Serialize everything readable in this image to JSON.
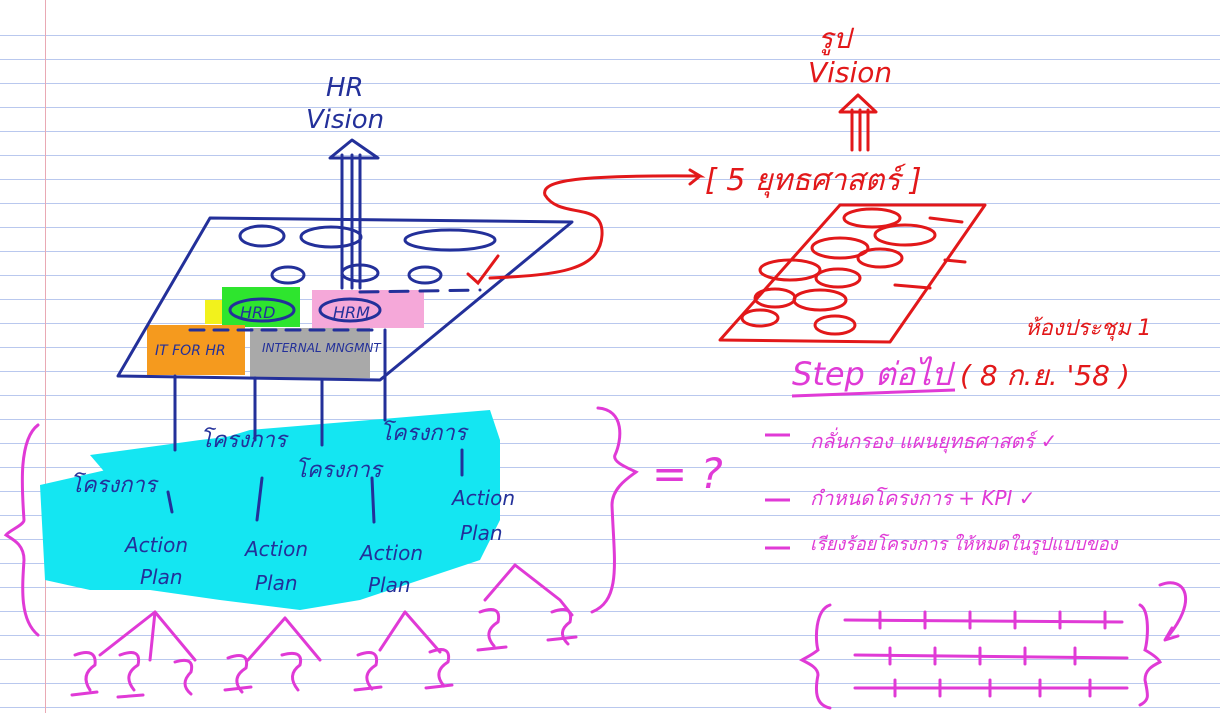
{
  "left_diagram": {
    "vision_line1": "HR",
    "vision_line2": "Vision",
    "units": [
      "HRD",
      "HRM",
      "IT FOR HR",
      "INTERNAL MNGMNT"
    ],
    "program_label": "โครงการ",
    "action_plan_line1": "Action",
    "action_plan_line2": "Plan",
    "question_mark": "= ?"
  },
  "right_diagram": {
    "vision_label_thai": "รูป",
    "vision_label": "Vision",
    "strategy_box": "[ 5 ยุทธศาสตร์ ]"
  },
  "next_steps": {
    "meeting_room": "ห้องประชุม 1",
    "heading": "Step ต่อไป",
    "date": "( 8 ก.ย. '58 )",
    "items": [
      "กลั่นกรอง แผนยุทธศาสตร์ ✓",
      "กำหนดโครงการ + KPI ✓",
      "เรียงร้อยโครงการ ให้หมดในรูปแบบของ"
    ]
  },
  "colors": {
    "ink_blue": "#23309a",
    "ink_red": "#e2181a",
    "ink_magenta": "#e03ad6",
    "highlight_cyan": "#14e6f2",
    "hrd_green": "#2ee52e",
    "hrd_yellow": "#f2f21c",
    "hrm_pink": "#f5a8d9",
    "itforhr_orange": "#f59a1e",
    "internal_gray": "#a9a9a9"
  }
}
